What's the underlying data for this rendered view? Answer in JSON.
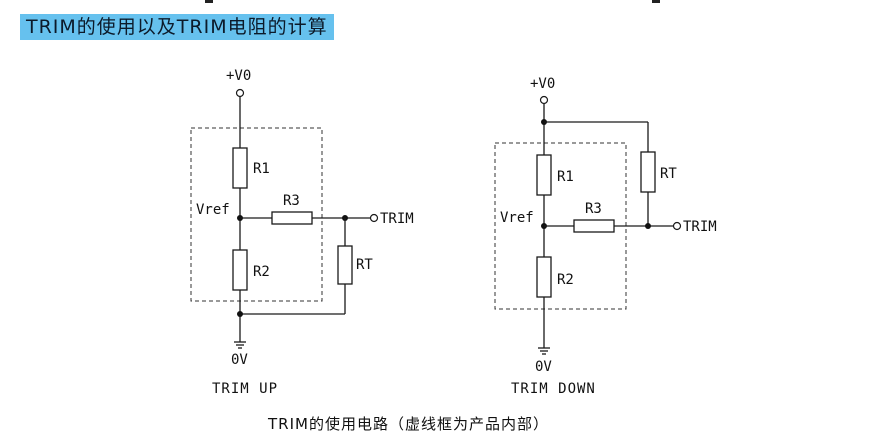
{
  "section_title": "TRIM的使用以及TRIM电阻的计算",
  "trim_up": {
    "supply": "+V0",
    "r1": "R1",
    "r2": "R2",
    "r3": "R3",
    "rt": "RT",
    "vref": "Vref",
    "trim": "TRIM",
    "ground": "0V",
    "caption": "TRIM UP"
  },
  "trim_down": {
    "supply": "+V0",
    "r1": "R1",
    "r2": "R2",
    "r3": "R3",
    "rt": "RT",
    "vref": "Vref",
    "trim": "TRIM",
    "ground": "0V",
    "caption": "TRIM DOWN"
  },
  "figure_caption": "TRIM的使用电路（虚线框为产品内部）"
}
